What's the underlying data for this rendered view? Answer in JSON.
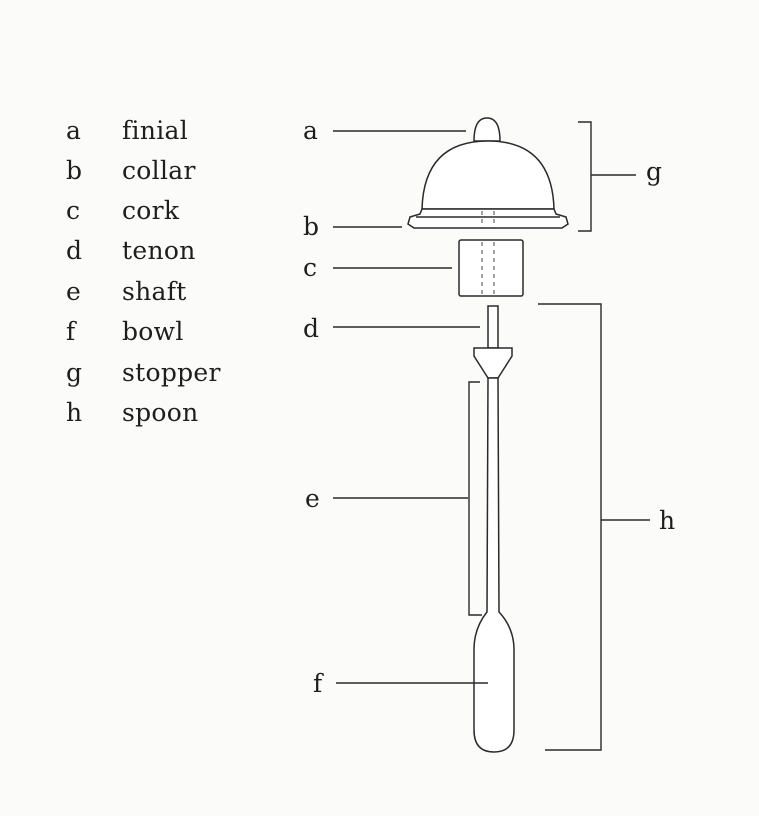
{
  "legend": [
    {
      "letter": "a",
      "term": "finial"
    },
    {
      "letter": "b",
      "term": "collar"
    },
    {
      "letter": "c",
      "term": "cork"
    },
    {
      "letter": "d",
      "term": "tenon"
    },
    {
      "letter": "e",
      "term": "shaft"
    },
    {
      "letter": "f",
      "term": "bowl"
    },
    {
      "letter": "g",
      "term": "stopper"
    },
    {
      "letter": "h",
      "term": "spoon"
    }
  ],
  "callouts": {
    "a": "a",
    "b": "b",
    "c": "c",
    "d": "d",
    "e": "e",
    "f": "f",
    "g": "g",
    "h": "h"
  }
}
